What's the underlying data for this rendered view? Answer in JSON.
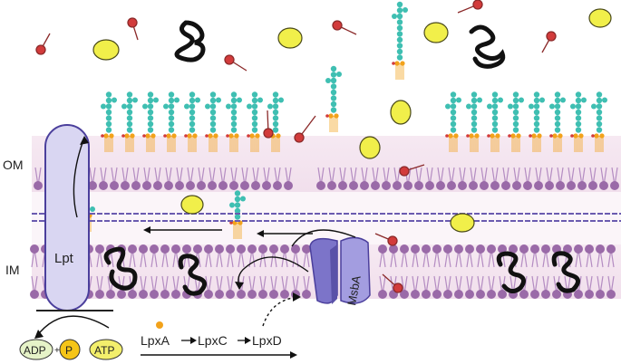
{
  "labels": {
    "outer_membrane": "OM",
    "inner_membrane": "IM",
    "lpt": "Lpt",
    "msba": "MsbA",
    "adp": "ADP",
    "p": "P",
    "atp": "ATP",
    "pathway": [
      "LpxA",
      "LpxC",
      "LpxD"
    ]
  },
  "colors": {
    "membrane_band": "#f3e3ef",
    "lipid_head": "#9a6aa8",
    "lipid_tail": "#b48cc2",
    "lps_sugar": "#3fbfb2",
    "lipid_a": "#f2a21b",
    "phosphate": "#d23b3b",
    "lpt": "#d9d6f2",
    "lpt_border": "#4b3f9c",
    "msba": "#7c74c9",
    "antibiotic_pill": "#f1ef4a",
    "peptidoglycan": "#6a5bb0",
    "protein_coil": "#111111",
    "adp": "#e6f3c8",
    "atp": "#f3ef6c",
    "p": "#f5c518"
  }
}
